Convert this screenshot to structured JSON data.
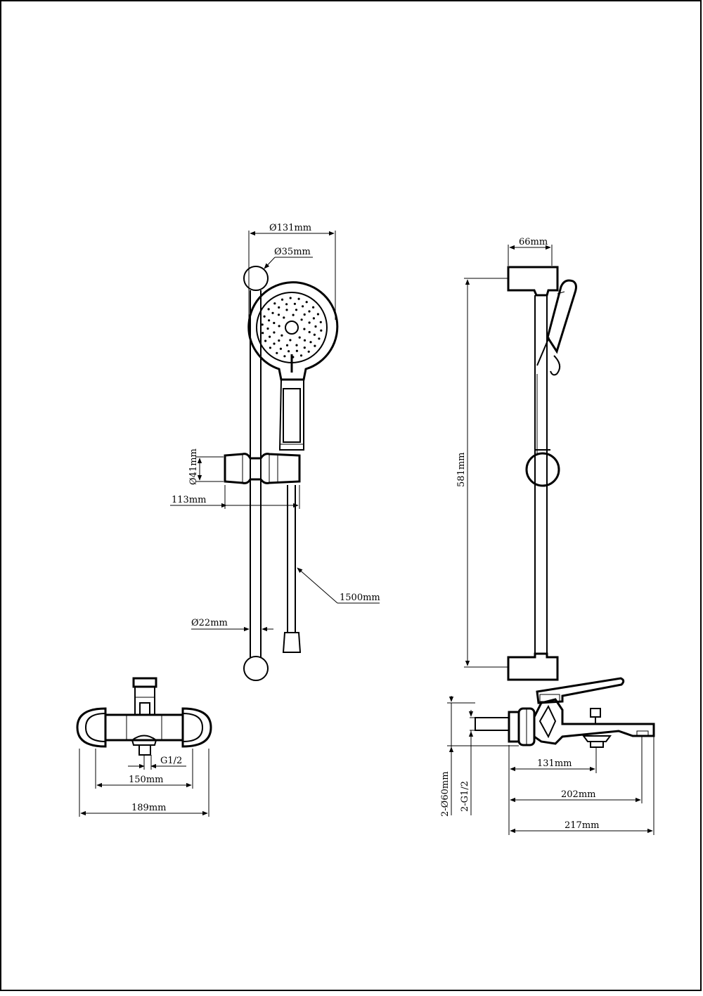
{
  "dimensions": {
    "head_diameter": "Ø131mm",
    "knob_diameter": "Ø35mm",
    "holder_diameter": "Ø41mm",
    "holder_reach": "113mm",
    "hose_length": "1500mm",
    "rail_diameter": "Ø22mm",
    "bracket_depth": "66mm",
    "rail_length": "581mm",
    "inlet_thread_front": "G1/2",
    "center_distance": "150mm",
    "mixer_width": "189mm",
    "flange_spec": "2-Ø60mm",
    "inlet_thread_side": "2-G1/2",
    "wall_to_outlet": "131mm",
    "spout_reach": "202mm",
    "total_depth": "217mm"
  },
  "colors": {
    "line": "#000000",
    "paper": "#ffffff"
  }
}
